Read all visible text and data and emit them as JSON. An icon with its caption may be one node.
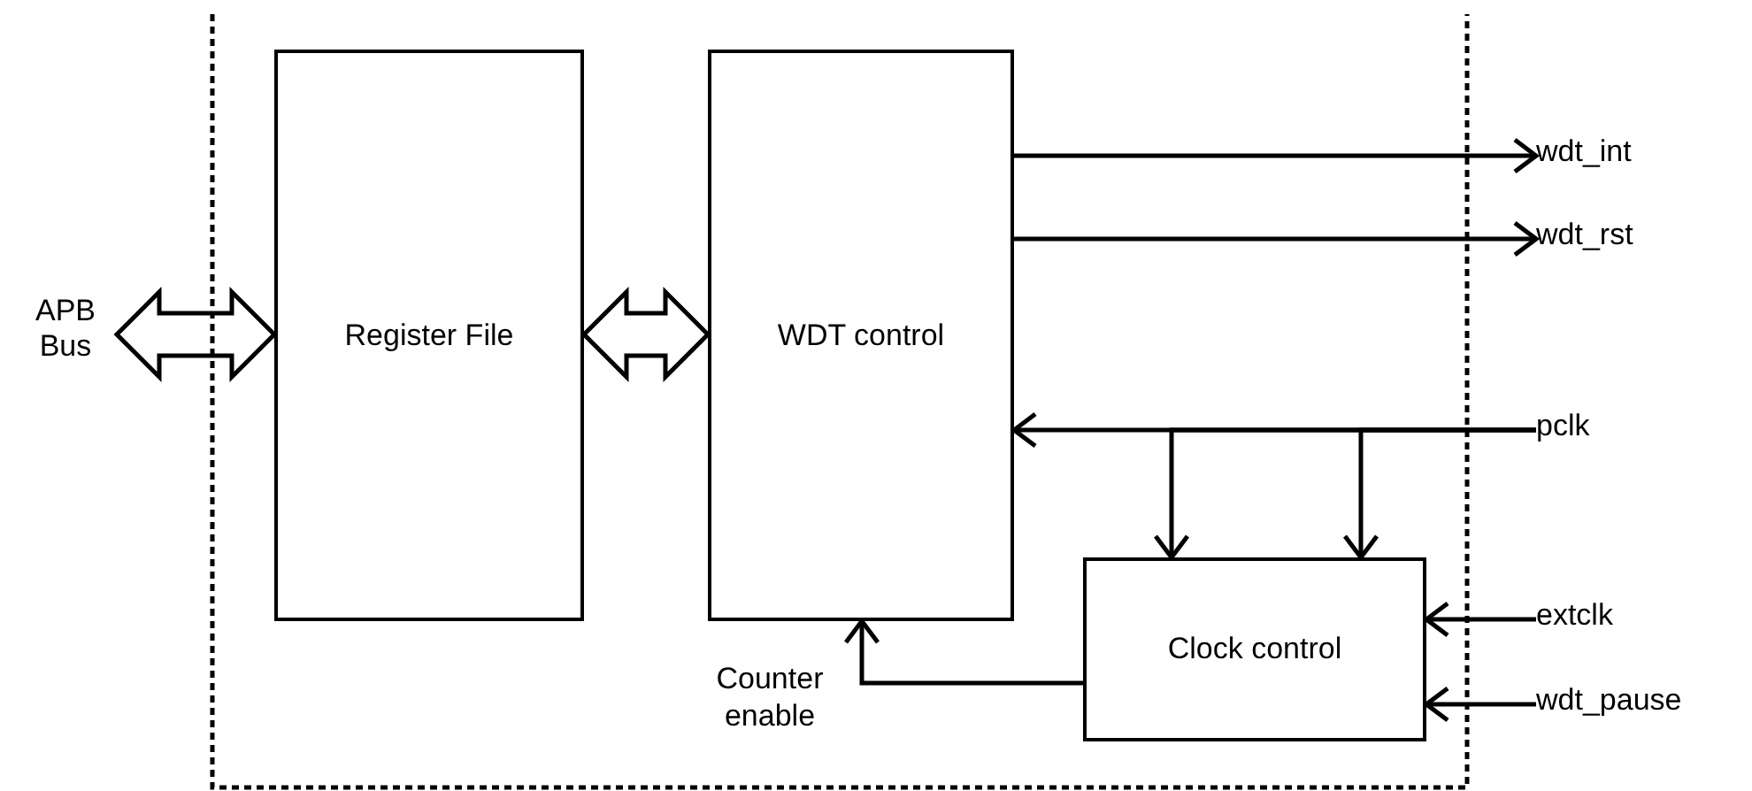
{
  "diagram": {
    "nodes": [
      {
        "text": [
          "APB Bus"
        ]
      },
      {
        "text": [
          "Register File"
        ]
      },
      {
        "text": [
          "WDT control"
        ]
      },
      {
        "text": [
          "Clock control"
        ]
      },
      {
        "text": [
          "wdt_int"
        ]
      },
      {
        "text": [
          "wdt_rst"
        ]
      },
      {
        "text": [
          "pclk"
        ]
      },
      {
        "text": [
          "extclk"
        ]
      },
      {
        "text": [
          "wdt_pause"
        ]
      }
    ],
    "edges": [
      {
        "from": 0,
        "to": 1,
        "arrow": "both",
        "style": "thick"
      },
      {
        "from": 1,
        "to": 2,
        "arrow": "both",
        "style": "thick"
      },
      {
        "from": 2,
        "to": 4,
        "arrow": "to"
      },
      {
        "from": 2,
        "to": 5,
        "arrow": "to"
      },
      {
        "from": 6,
        "to": 2,
        "arrow": "to"
      },
      {
        "from": 6,
        "to": 3,
        "arrow": "to"
      },
      {
        "from": 6,
        "to": 3,
        "arrow": "to"
      },
      {
        "from": 7,
        "to": 3,
        "arrow": "to"
      },
      {
        "from": 8,
        "to": 3,
        "arrow": "to"
      },
      {
        "from": 3,
        "to": 2,
        "arrow": "to",
        "label": "Counter enable"
      }
    ]
  }
}
